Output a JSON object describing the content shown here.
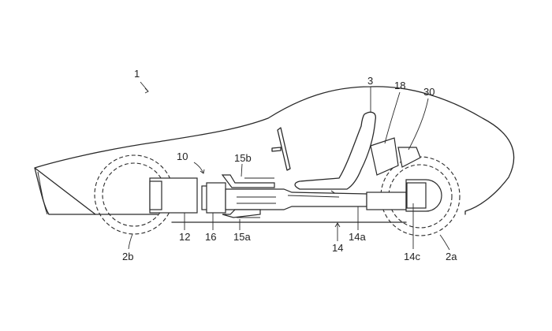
{
  "figure": {
    "labels": {
      "vehicle": "1",
      "seat": "3",
      "battery": "18",
      "rear_unit": "30",
      "powertrain": "10",
      "engine": "12",
      "transmission": "16",
      "upper_muffler": "15b",
      "lower_muffler": "15a",
      "propeller_shaft": "14",
      "shaft_tube": "14a",
      "differential": "14c",
      "front_wheel": "2b",
      "rear_wheel": "2a"
    }
  }
}
